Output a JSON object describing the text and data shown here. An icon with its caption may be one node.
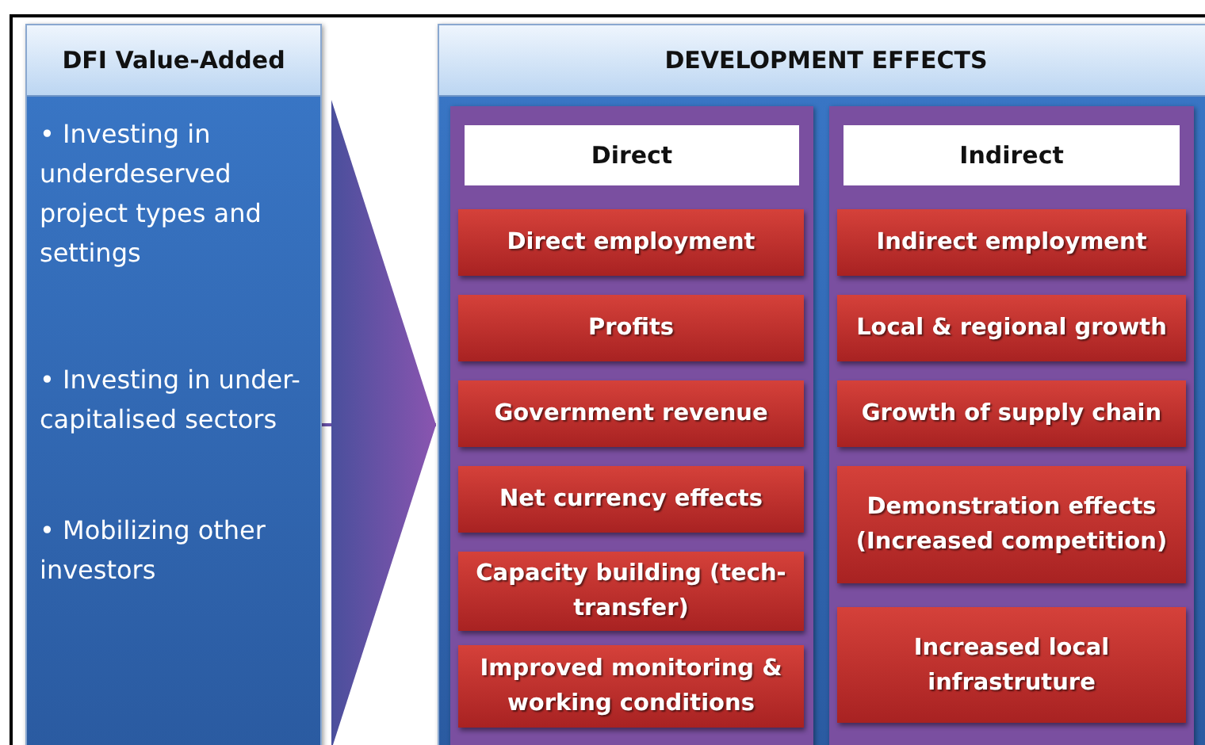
{
  "diagram": {
    "nodes": [
      {
        "text": [
          "DFI Value-Added",
          "• Investing in underdeserved project types and settings",
          "• Investing in under-capitalised sectors",
          "• Mobilizing other investors"
        ]
      },
      {
        "text": [
          "DEVELOPMENT EFFECTS"
        ]
      },
      {
        "text": [
          "Direct"
        ],
        "in": 1
      },
      {
        "text": [
          "Direct employment"
        ],
        "in": 2
      },
      {
        "text": [
          "Profits"
        ],
        "in": 2
      },
      {
        "text": [
          "Government revenue"
        ],
        "in": 2
      },
      {
        "text": [
          "Net currency effects"
        ],
        "in": 2
      },
      {
        "text": [
          "Capacity building (tech-transfer)"
        ],
        "in": 2
      },
      {
        "text": [
          "Improved monitoring & working conditions"
        ],
        "in": 2
      },
      {
        "text": [
          "Indirect"
        ],
        "in": 1
      },
      {
        "text": [
          "Indirect employment"
        ],
        "in": 9
      },
      {
        "text": [
          "Local & regional growth"
        ],
        "in": 9
      },
      {
        "text": [
          "Growth of supply chain"
        ],
        "in": 9
      },
      {
        "text": [
          "Demonstration effects (Increased competition)"
        ],
        "in": 9
      },
      {
        "text": [
          "Increased local infrastruture"
        ],
        "in": 9
      }
    ],
    "edges": [
      {
        "from": 0,
        "to": 1,
        "arrow": "to"
      }
    ]
  }
}
